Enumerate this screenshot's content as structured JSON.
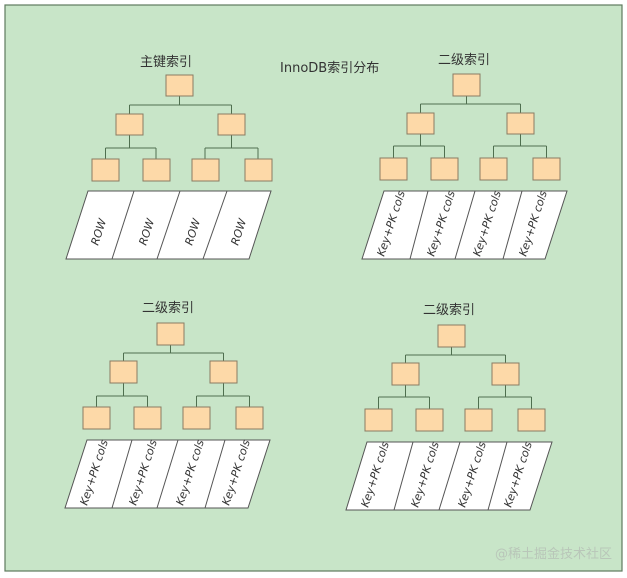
{
  "diagram": {
    "title": "InnoDB索引分布",
    "colors": {
      "background": "#c8e5c8",
      "frame": "#5e7a5e",
      "node_fill": "#fdd9a8",
      "node_stroke": "#8a7a62",
      "edge": "#4f6f4f",
      "leaf_fill": "#ffffff"
    },
    "trees": [
      {
        "name": "primary-index",
        "label": "主键索引",
        "leaf_cells": [
          "ROW",
          "ROW",
          "ROW",
          "ROW"
        ]
      },
      {
        "name": "secondary-index-1",
        "label": "二级索引",
        "leaf_cells": [
          "Key+PK cols",
          "Key+PK cols",
          "Key+PK cols",
          "Key+PK cols"
        ]
      },
      {
        "name": "secondary-index-2",
        "label": "二级索引",
        "leaf_cells": [
          "Key+PK cols",
          "Key+PK cols",
          "Key+PK cols",
          "Key+PK cols"
        ]
      },
      {
        "name": "secondary-index-3",
        "label": "二级索引",
        "leaf_cells": [
          "Key+PK cols",
          "Key+PK cols",
          "Key+PK cols",
          "Key+PK cols"
        ]
      }
    ],
    "watermark": "@稀土掘金技术社区"
  }
}
